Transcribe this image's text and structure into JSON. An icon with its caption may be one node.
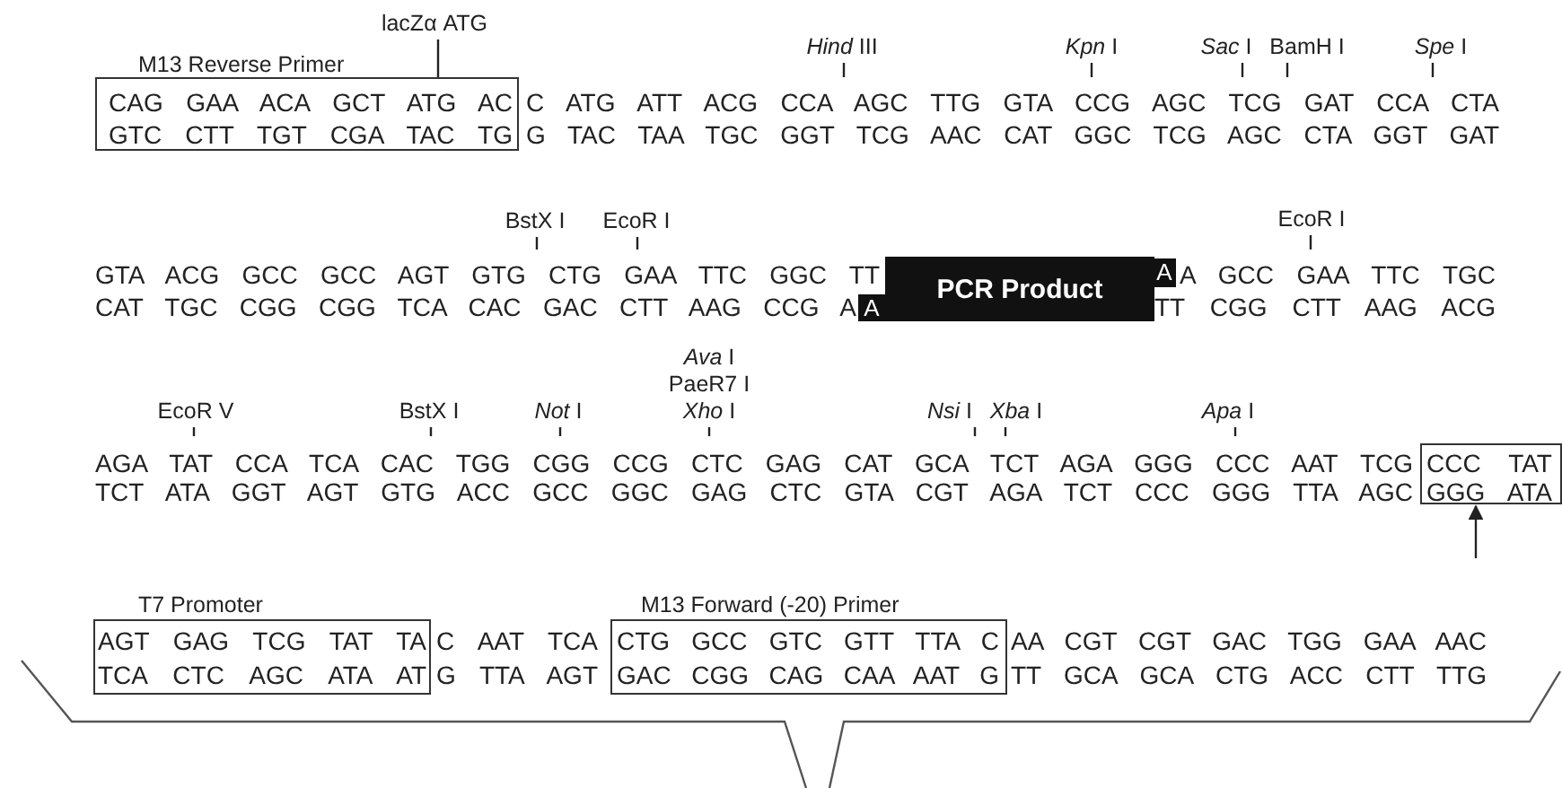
{
  "diagram": {
    "nodes": [
      {
        "text": [
          "lacZα ATG"
        ]
      },
      {
        "text": [
          "M13 Reverse Primer",
          "CAG GAA ACA GCT ATG AC",
          "GTC CTT TGT CGA TAC TG"
        ]
      },
      {
        "text": [
          "*Hind* III"
        ]
      },
      {
        "text": [
          "*Kpn* I"
        ]
      },
      {
        "text": [
          "*Sac* I"
        ]
      },
      {
        "text": [
          "BamH I"
        ]
      },
      {
        "text": [
          "*Spe* I"
        ]
      },
      {
        "text": [
          "BstX I"
        ]
      },
      {
        "text": [
          "EcoR I"
        ]
      },
      {
        "text": [
          "EcoR I"
        ]
      },
      {
        "text": [
          "PCR Product",
          "A",
          "A"
        ]
      },
      {
        "text": [
          "*Ava* I",
          "PaeR7 I",
          "*Xho* I"
        ]
      },
      {
        "text": [
          "EcoR V"
        ]
      },
      {
        "text": [
          "BstX I"
        ]
      },
      {
        "text": [
          "*Not* I"
        ]
      },
      {
        "text": [
          "*Nsi* I"
        ]
      },
      {
        "text": [
          "*Xba* I"
        ]
      },
      {
        "text": [
          "*Apa* I"
        ]
      },
      {
        "text": [
          "CCC TAT",
          "GGG ATA"
        ]
      },
      {
        "text": [
          "T7 Promoter",
          "AGT GAG TCG TAT TA",
          "TCA CTC AGC ATA AT"
        ]
      },
      {
        "text": [
          "M13 Forward (-20) Primer",
          "CTG GCC GTC GTT TTA C",
          "GAC CGG CAG CAA AAT G"
        ]
      }
    ],
    "edges": [
      {
        "from": 0,
        "to": 1,
        "arrow": "none"
      },
      {
        "from": 2,
        "to": null,
        "arrow": "none"
      },
      {
        "from": 3,
        "to": null,
        "arrow": "none"
      },
      {
        "from": 4,
        "to": null,
        "arrow": "none"
      },
      {
        "from": 5,
        "to": null,
        "arrow": "none"
      },
      {
        "from": 6,
        "to": null,
        "arrow": "none"
      },
      {
        "from": 7,
        "to": null,
        "arrow": "none"
      },
      {
        "from": 8,
        "to": null,
        "arrow": "none"
      },
      {
        "from": 9,
        "to": null,
        "arrow": "none"
      },
      {
        "from": 11,
        "to": null,
        "arrow": "none"
      },
      {
        "from": 12,
        "to": null,
        "arrow": "none"
      },
      {
        "from": 13,
        "to": null,
        "arrow": "none"
      },
      {
        "from": 14,
        "to": null,
        "arrow": "none"
      },
      {
        "from": 15,
        "to": null,
        "arrow": "none"
      },
      {
        "from": 16,
        "to": null,
        "arrow": "none"
      },
      {
        "from": 17,
        "to": null,
        "arrow": "none"
      },
      {
        "from": null,
        "to": 18,
        "arrow": "to"
      }
    ],
    "labels": [
      "C ATG ATT ACG CCA AGC TTG GTA CCG AGC TCG GAT CCA CTA",
      "G TAC TAA TGC GGT TCG AAC CAT GGC TCG AGC CTA GGT GAT",
      "GTA ACG GCC GCC AGT GTG CTG GAA TTC GGC TT",
      "A GCC GAA TTC TGC",
      "CAT TGC CGG CGG TCA CAC GAC CTT AAG CCG A",
      "TT CGG CTT AAG ACG",
      "AGA TAT CCA TCA CAC TGG CGG CCG CTC GAG CAT GCA TCT AGA GGG CCC AAT TCG",
      "TCT ATA GGT AGT GTG ACC GCC GGC GAG CTC GTA CGT AGA TCT CCC GGG TTA AGC",
      "C AAT TCA",
      "G TTA AGT",
      "AA CGT CGT GAC TGG GAA AAC",
      "TT GCA GCA CTG ACC CTT TTG"
    ]
  }
}
